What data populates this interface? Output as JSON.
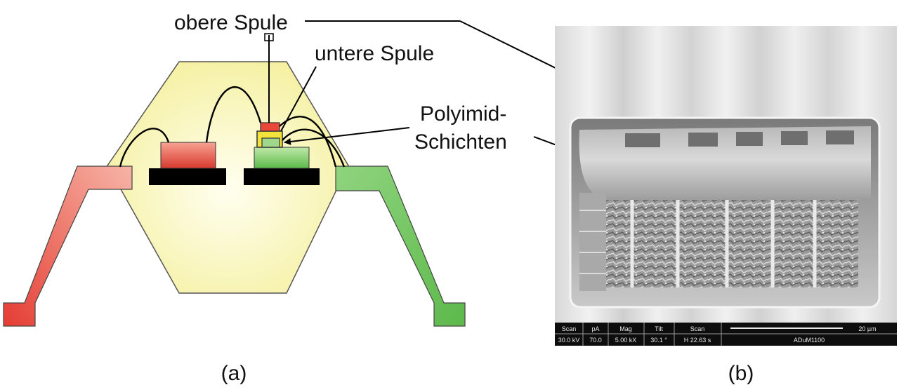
{
  "labels": {
    "upper_coil": "obere Spule",
    "lower_coil": "untere Spule",
    "polyimide_line1": "Polyimid-",
    "polyimide_line2": "Schichten",
    "caption_a": "(a)",
    "caption_b": "(b)"
  },
  "sem_databar": {
    "headers": [
      "Scan",
      "pA",
      "Mag",
      "Tilt",
      "Scan"
    ],
    "values": [
      "30.0 kV",
      "70.0",
      "5.00 kX",
      "30.1 °",
      "H 22.63 s"
    ],
    "scale_label": "20 µm",
    "sample_name": "ADuM1100"
  },
  "colors": {
    "package_fill": "#fbf7b8",
    "red_lead": "#e8473a",
    "green_lead": "#6cc35a",
    "upper_coil": "#e8473a",
    "lower_coil": "#f1e33c",
    "die_black": "#000000"
  }
}
